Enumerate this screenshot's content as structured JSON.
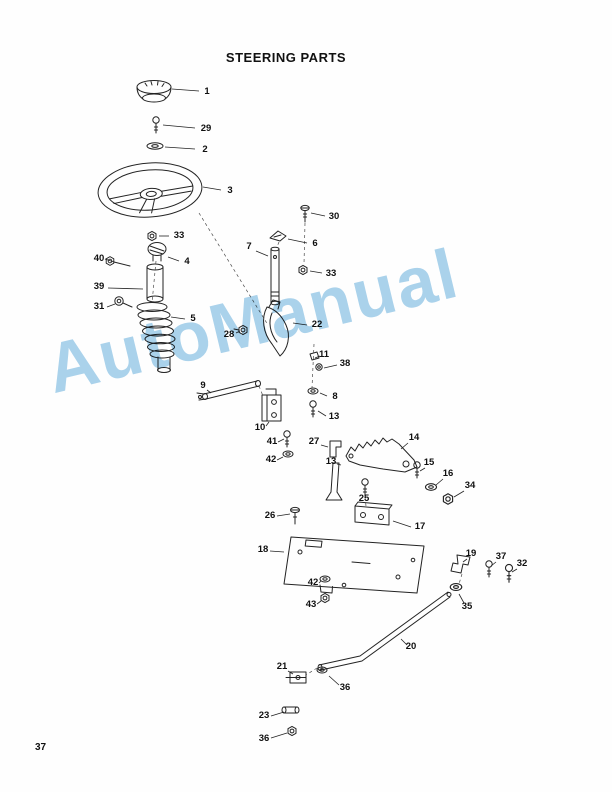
{
  "page": {
    "title": "STEERING PARTS",
    "page_number": "37",
    "watermark": "AutoManual",
    "watermark_color": "#9ccbe9"
  },
  "callouts": [
    {
      "label": "1"
    },
    {
      "label": "29"
    },
    {
      "label": "2"
    },
    {
      "label": "3"
    },
    {
      "label": "30"
    },
    {
      "label": "33"
    },
    {
      "label": "6"
    },
    {
      "label": "7"
    },
    {
      "label": "40"
    },
    {
      "label": "4"
    },
    {
      "label": "33"
    },
    {
      "label": "39"
    },
    {
      "label": "31"
    },
    {
      "label": "5"
    },
    {
      "label": "22"
    },
    {
      "label": "28"
    },
    {
      "label": "11"
    },
    {
      "label": "38"
    },
    {
      "label": "9"
    },
    {
      "label": "8"
    },
    {
      "label": "13"
    },
    {
      "label": "10"
    },
    {
      "label": "41"
    },
    {
      "label": "27"
    },
    {
      "label": "14"
    },
    {
      "label": "42"
    },
    {
      "label": "13"
    },
    {
      "label": "15"
    },
    {
      "label": "16"
    },
    {
      "label": "34"
    },
    {
      "label": "25"
    },
    {
      "label": "26"
    },
    {
      "label": "17"
    },
    {
      "label": "18"
    },
    {
      "label": "19"
    },
    {
      "label": "37"
    },
    {
      "label": "32"
    },
    {
      "label": "42"
    },
    {
      "label": "35"
    },
    {
      "label": "43"
    },
    {
      "label": "20"
    },
    {
      "label": "21"
    },
    {
      "label": "36"
    },
    {
      "label": "23"
    },
    {
      "label": "36"
    }
  ]
}
